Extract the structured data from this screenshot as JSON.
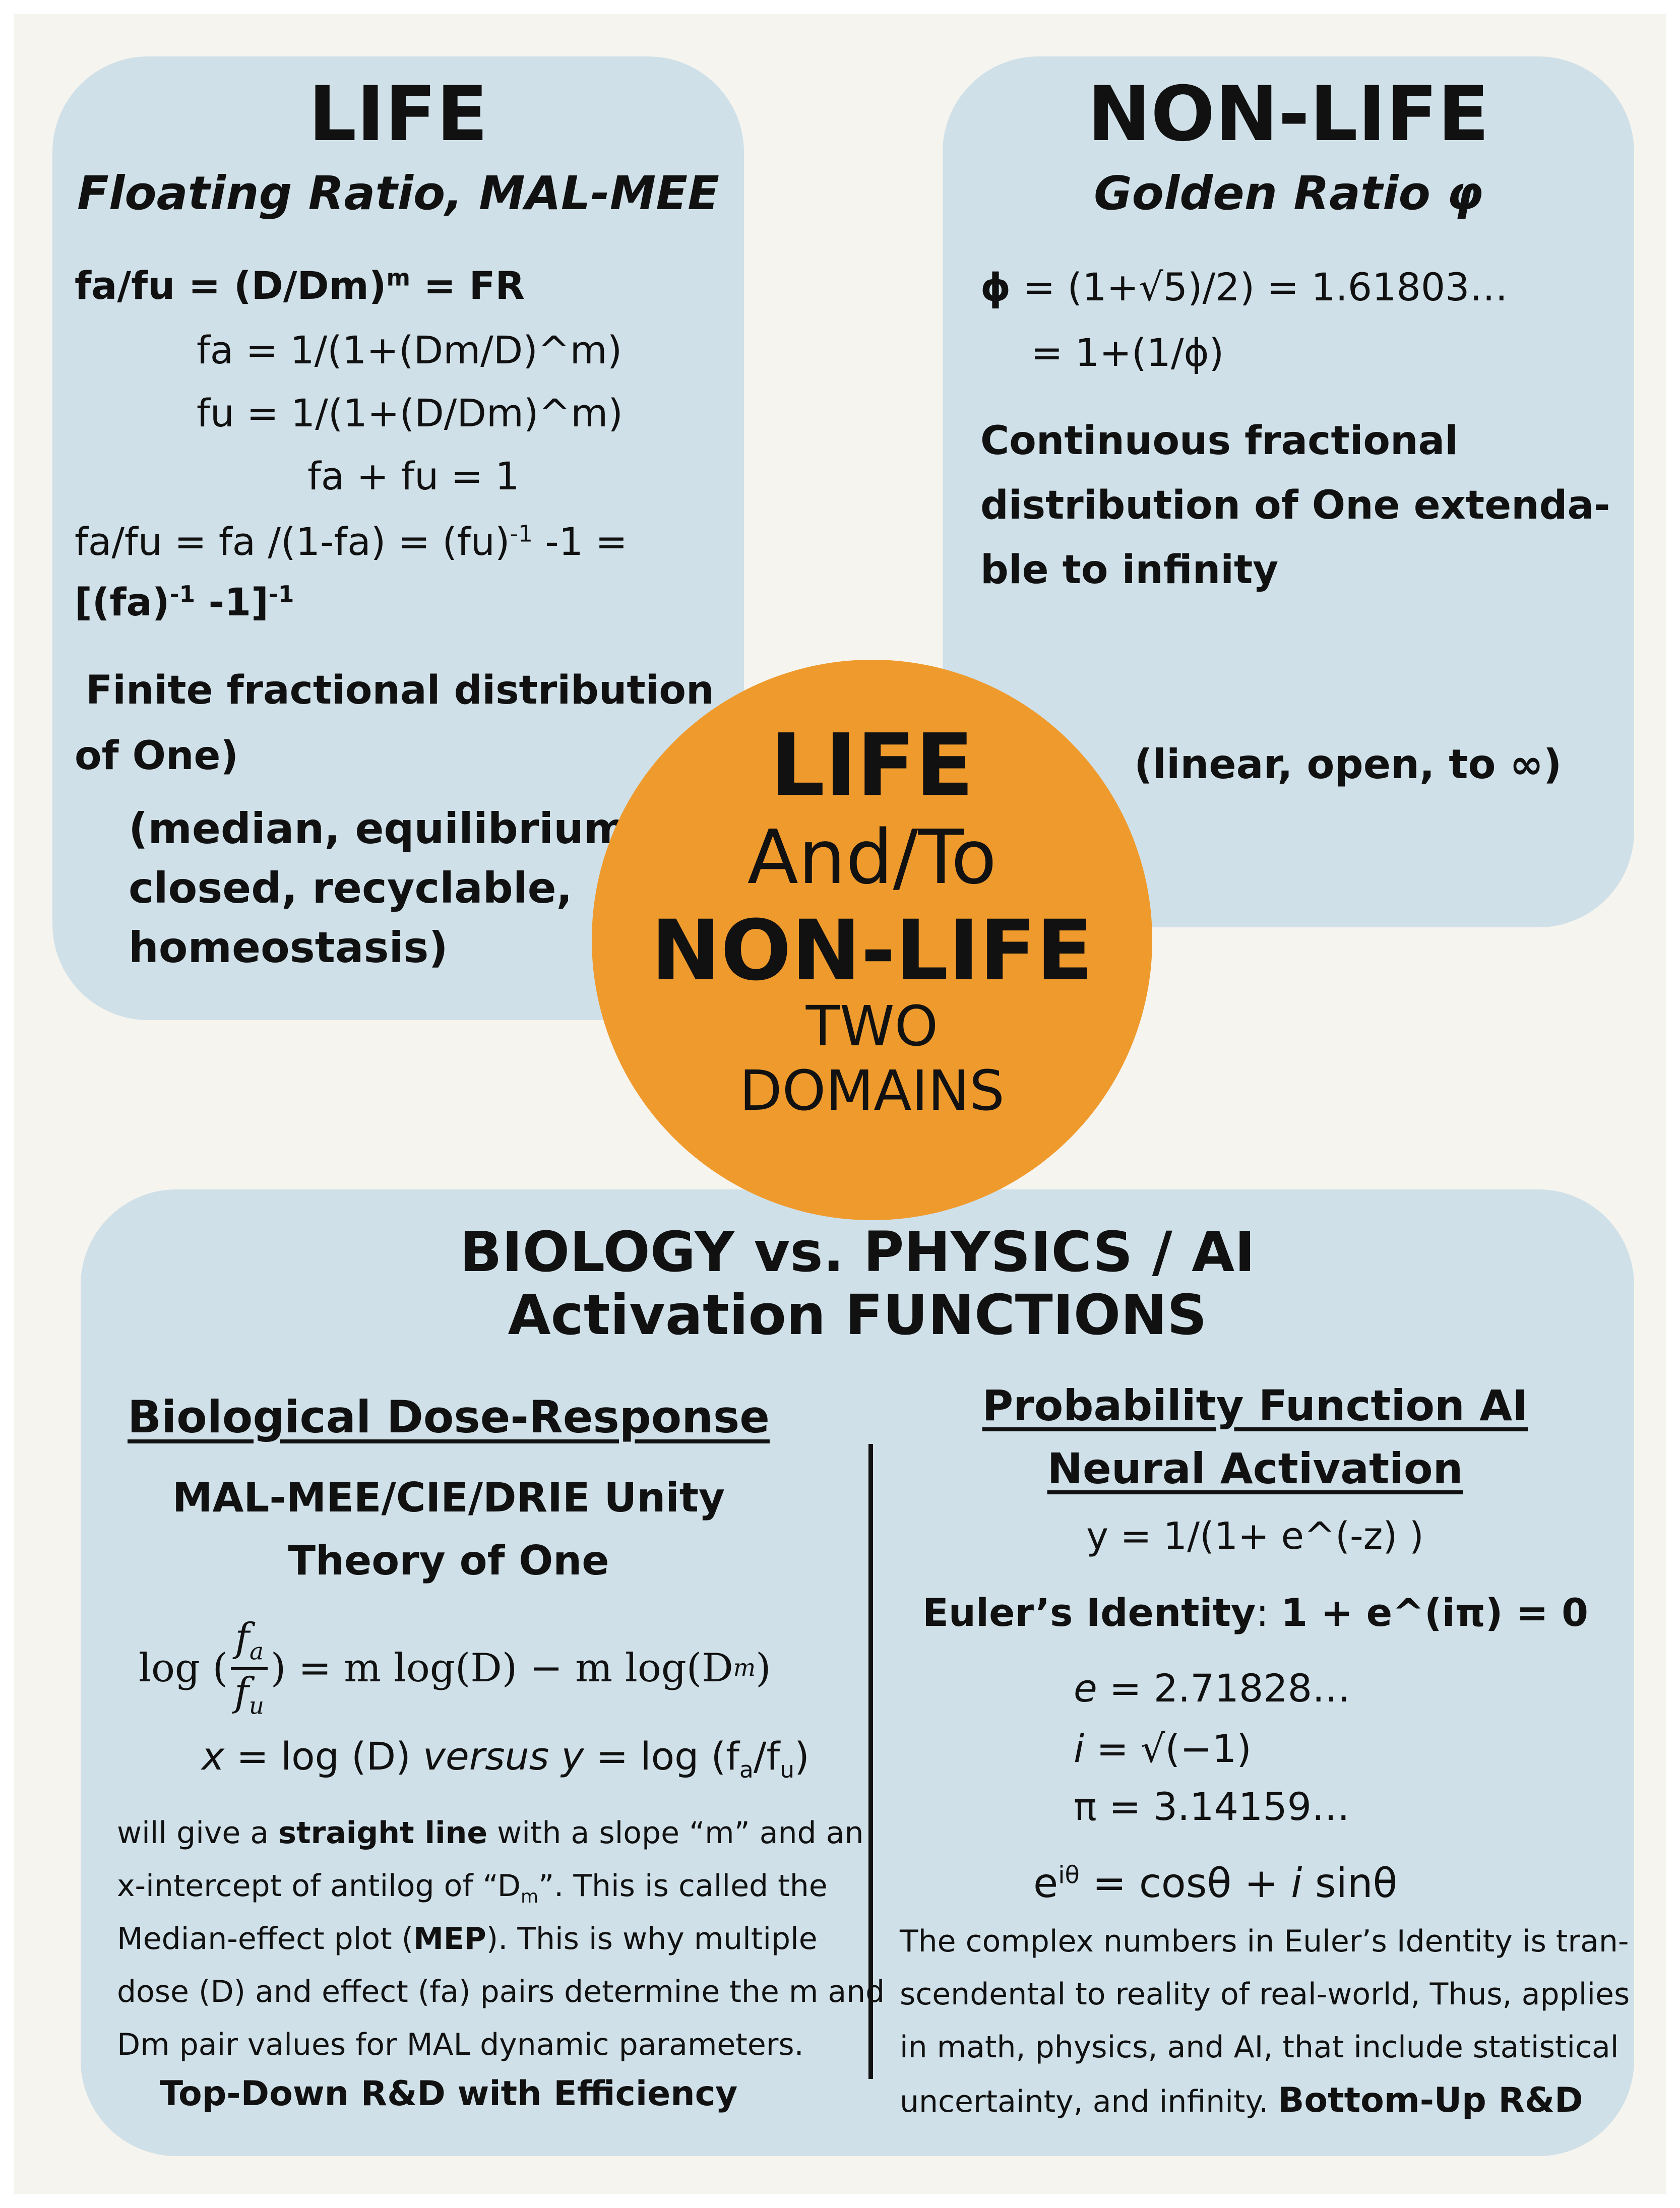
{
  "life": {
    "title": "LIFE",
    "subtitle": "Floating Ratio, MAL-MEE",
    "eq1_main": "fa/fu = (D/Dm)",
    "eq1_sup": "m",
    "eq1_tail": " = FR",
    "eq2": "fa = 1/(1+(Dm/D)^m)",
    "eq3": "fu = 1/(1+(D/Dm)^m)",
    "eq4": "fa + fu = 1",
    "eq5_a": "fa/fu = fa /(1-fa) = (fu)",
    "eq5_sup": "-1",
    "eq5_b": " -1     =",
    "eq6_a": "[(fa)",
    "eq6_sup1": "-1",
    "eq6_b": " -1]",
    "eq6_sup2": "-1",
    "desc_line1": "Finite fractional distribution",
    "desc_line2": "of  One)",
    "props_line1": "(median, equilibrium,",
    "props_line2": "closed, recyclable,",
    "props_line3": "homeostasis)"
  },
  "nonlife": {
    "title": "NON-LIFE",
    "subtitle": "Golden Ratio φ",
    "eq1_sym": "ϕ",
    "eq1_rest": " = (1+√5)/2)  = 1.61803…",
    "eq2": "= 1+(1/ϕ)",
    "desc_line1": "Continuous fractional",
    "desc_line2": "distribution of One extenda-",
    "desc_line3": "ble to infinity",
    "props": "(linear, open, to ∞)"
  },
  "center": {
    "line1": "LIFE",
    "line2": "And/To",
    "line3": "NON-LIFE",
    "line4": "TWO",
    "line5": "DOMAINS"
  },
  "bottom": {
    "title_line1": "BIOLOGY vs. PHYSICS / AI",
    "title_line2": "Activation  FUNCTIONS",
    "bio": {
      "heading": "Biological Dose-Response",
      "sub1": "MAL-MEE/CIE/DRIE Unity",
      "sub2": "Theory of One",
      "formula_log": "log",
      "formula_num": "f",
      "formula_num_sub": "a",
      "formula_den": "f",
      "formula_den_sub": "u",
      "formula_rhs": ") = m log(D) − m log(D",
      "formula_rhs_sub": "m",
      "formula_close": ")",
      "axes_x": "x",
      "axes_mid1": " = log (D) ",
      "axes_versus": "versus",
      "axes_y": " y",
      "axes_mid2": " = log (f",
      "axes_sub_a": "a",
      "axes_slash": "/f",
      "axes_sub_u": "u",
      "axes_end": ")",
      "para_l1_a": "will give a ",
      "para_l1_b": "straight line",
      "para_l1_c": " with a slope “m” and an",
      "para_l2_a": "x-intercept of antilog of “D",
      "para_l2_sub": "m",
      "para_l2_b": "”. This is called the",
      "para_l3_a": "Median-effect plot (",
      "para_l3_b": "MEP",
      "para_l3_c": ").  This is why multiple",
      "para_l4": "dose (D) and effect (fa) pairs determine the m and",
      "para_l5": "Dm pair values for MAL dynamic parameters.",
      "footer": "Top-Down R&D with Efficiency"
    },
    "ai": {
      "heading1": "Probability Function AI",
      "heading2": "Neural Activation",
      "sigmoid": "y = 1/(1+ e^(-z) )",
      "euler_label": "Euler’s Identity",
      "euler_colon": ": ",
      "euler_eq": "1 + e^(iπ) = 0",
      "e_sym": "e",
      "e_val": " = 2.71828…",
      "i_sym": "i",
      "i_val": " = √(−1)",
      "pi_line": "π  = 3.14159…",
      "formula_e": "e",
      "formula_sup": "iθ",
      "formula_mid": " = cosθ + ",
      "formula_i": "i",
      "formula_end": " sinθ",
      "para_l1": "The complex numbers in Euler’s Identity  is tran-",
      "para_l2": "scendental to reality of  real-world, Thus, applies",
      "para_l3": "in math, physics, and AI, that include statistical",
      "para_l4_a": "uncertainty, and infinity.  ",
      "para_l4_b": "Bottom-Up R&D"
    }
  }
}
